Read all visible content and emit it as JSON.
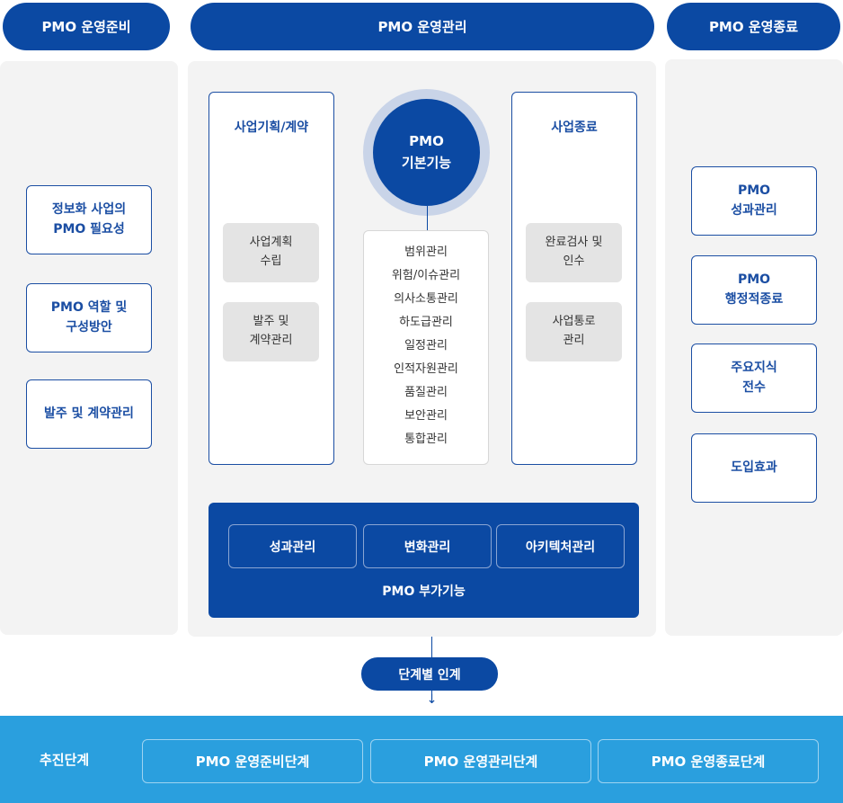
{
  "headers": {
    "prep": "PMO 운영준비",
    "manage": "PMO 운영관리",
    "end": "PMO 운영종료"
  },
  "prep_items": [
    "정보화 사업의\nPMO 필요성",
    "PMO 역할 및\n구성방안",
    "발주 및 계약관리"
  ],
  "planning": {
    "title": "사업기획/계약",
    "items": [
      "사업계획\n수립",
      "발주 및\n계약관리"
    ]
  },
  "core": {
    "title": "PMO\n기본기능",
    "functions": [
      "범위관리",
      "위험/이슈관리",
      "의사소통관리",
      "하도급관리",
      "일정관리",
      "인적자원관리",
      "품질관리",
      "보안관리",
      "통합관리"
    ]
  },
  "closing": {
    "title": "사업종료",
    "items": [
      "완료검사 및\n인수",
      "사업통로\n관리"
    ]
  },
  "additional": {
    "label": "PMO 부가기능",
    "items": [
      "성과관리",
      "변화관리",
      "아키텍처관리"
    ]
  },
  "end_items": [
    "PMO\n성과관리",
    "PMO\n행정적종료",
    "주요지식\n전수",
    "도입효과"
  ],
  "link": {
    "label": "단계별 인계",
    "arrow": "↓"
  },
  "stages": {
    "label": "추진단계",
    "items": [
      "PMO 운영준비단계",
      "PMO 운영관리단계",
      "PMO 운영종료단계"
    ]
  }
}
